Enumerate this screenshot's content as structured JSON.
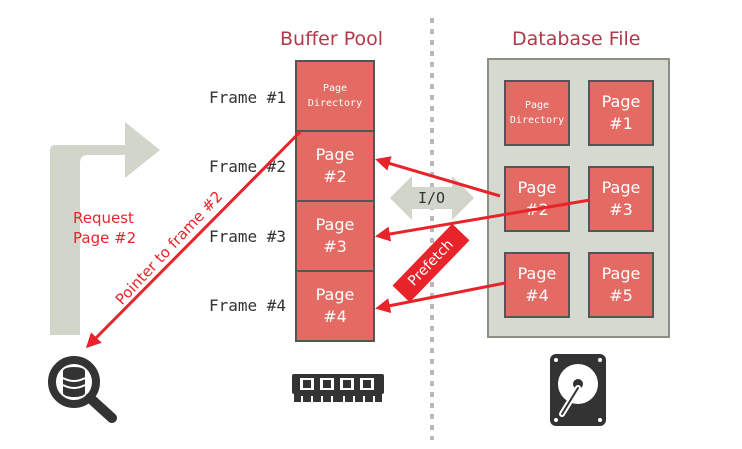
{
  "buffer_pool": {
    "title": "Buffer Pool",
    "frames": [
      {
        "label": "Frame #1",
        "page": "Page\nDirectory",
        "small": true
      },
      {
        "label": "Frame #2",
        "page": "Page\n#2",
        "small": false
      },
      {
        "label": "Frame #3",
        "page": "Page\n#3",
        "small": false
      },
      {
        "label": "Frame #4",
        "page": "Page\n#4",
        "small": false
      }
    ]
  },
  "database_file": {
    "title": "Database File",
    "pages": [
      {
        "label": "Page\nDirectory",
        "small": true
      },
      {
        "label": "Page\n#1",
        "small": false
      },
      {
        "label": "Page\n#2",
        "small": false
      },
      {
        "label": "Page\n#3",
        "small": false
      },
      {
        "label": "Page\n#4",
        "small": false
      },
      {
        "label": "Page\n#5",
        "small": false
      }
    ]
  },
  "arrows": {
    "io_label": "I/O",
    "prefetch_label": "Prefetch",
    "request_label": "Request\nPage #2",
    "pointer_label": "Pointer to frame #2"
  },
  "icons": {
    "query": "database-search-icon",
    "memory": "memory-chip-icon",
    "disk": "hard-drive-icon"
  },
  "colors": {
    "title": "#b03a4a",
    "page_fill": "#e36b63",
    "arrow_red": "#e8232a",
    "panel_gray": "#d6d9cf",
    "dark": "#333333"
  }
}
